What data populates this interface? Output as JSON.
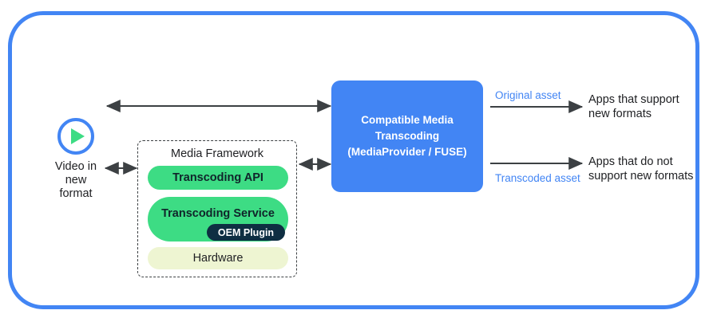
{
  "diagram": {
    "frame": {
      "accent_color": "#4285f4"
    },
    "source": {
      "icon": "play-circle-icon",
      "label": "Video in\nnew\nformat"
    },
    "media_framework": {
      "title": "Media Framework",
      "blocks": [
        {
          "name": "transcoding-api",
          "label": "Transcoding API",
          "color": "#3ddc84"
        },
        {
          "name": "transcoding-service",
          "label": "Transcoding Service",
          "color": "#3ddc84"
        },
        {
          "name": "oem-plugin",
          "label": "OEM Plugin",
          "color": "#0e2e42"
        },
        {
          "name": "hardware",
          "label": "Hardware",
          "color": "#eef5d2"
        }
      ]
    },
    "central_box": {
      "label": "Compatible Media\nTranscoding\n(MediaProvider / FUSE)",
      "color": "#4285f4"
    },
    "outputs": [
      {
        "asset_label": "Original asset",
        "consumer_label": "Apps that support\nnew formats"
      },
      {
        "asset_label": "Transcoded asset",
        "consumer_label": "Apps that do not\nsupport new formats"
      }
    ],
    "connectors": [
      {
        "name": "source-to-cmt",
        "style": "double-arrow"
      },
      {
        "name": "source-to-framework",
        "style": "double-arrow"
      },
      {
        "name": "framework-to-cmt",
        "style": "double-arrow"
      },
      {
        "name": "cmt-to-apps-support",
        "style": "single-arrow"
      },
      {
        "name": "cmt-to-apps-no-support",
        "style": "single-arrow"
      }
    ]
  }
}
